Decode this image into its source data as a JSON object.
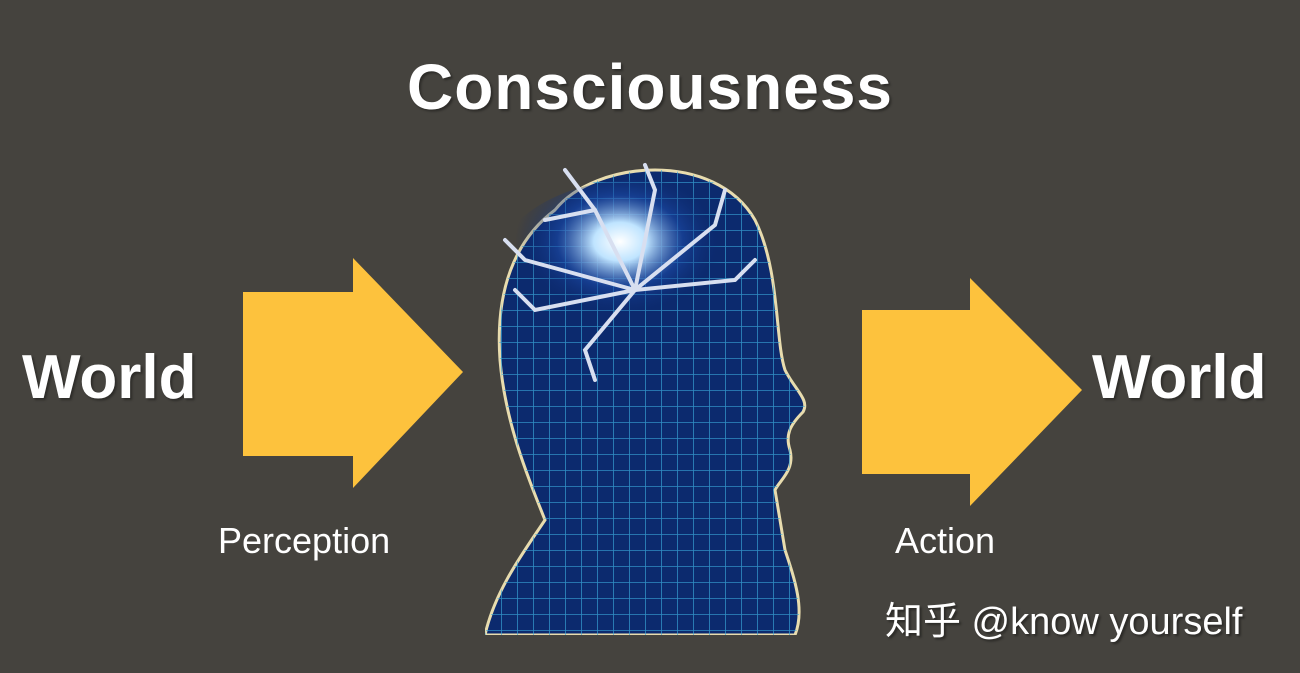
{
  "diagram": {
    "title": "Consciousness",
    "input": {
      "label": "World",
      "arrow_label": "Perception"
    },
    "center": {
      "image": "human-head-wireframe-brain-glow"
    },
    "output": {
      "label": "World",
      "arrow_label": "Action"
    },
    "watermark": "知乎 @know yourself",
    "colors": {
      "background": "#45433e",
      "arrow": "#fdc23d",
      "head": "#0c2a6e",
      "wire": "#3aa6d8",
      "text": "#ffffff"
    }
  }
}
